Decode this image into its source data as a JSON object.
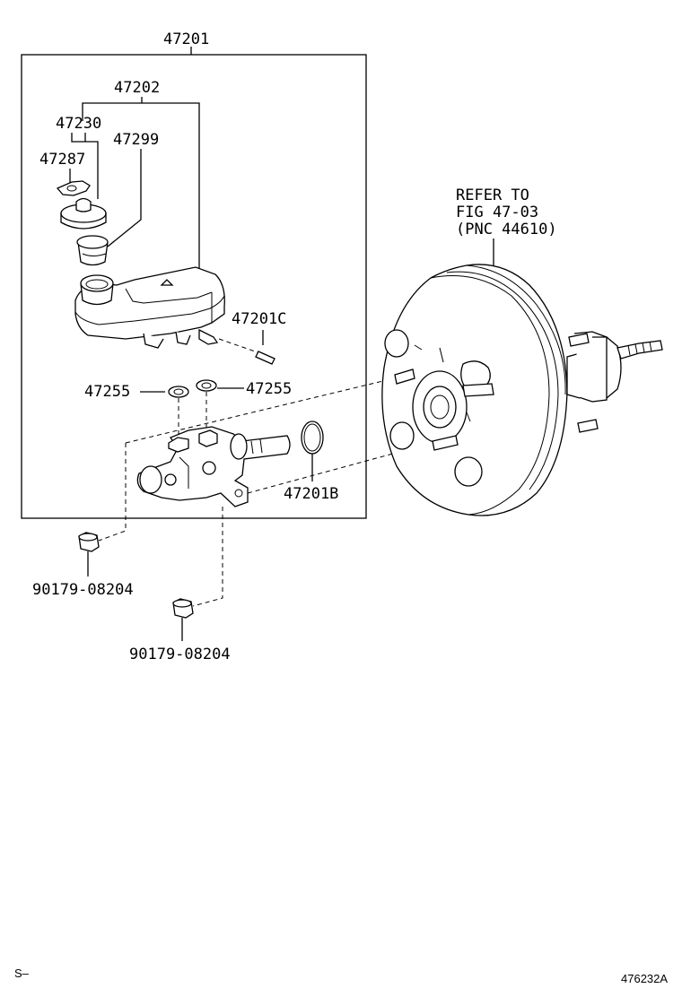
{
  "diagram": {
    "callouts": {
      "assembly": "47201",
      "reservoir": "47202",
      "cap_assy": "47230",
      "strainer": "47299",
      "cap_gasket": "47287",
      "pin": "47201C",
      "grommet_left": "47255",
      "grommet_right": "47255",
      "o_ring": "47201B",
      "nut_upper": "90179-08204",
      "nut_lower": "90179-08204"
    },
    "refer_note": {
      "line1": "REFER TO",
      "line2": "FIG 47-03",
      "line3": "(PNC 44610)"
    },
    "footer": {
      "left_code": "S–",
      "figure_id": "476232A"
    }
  }
}
